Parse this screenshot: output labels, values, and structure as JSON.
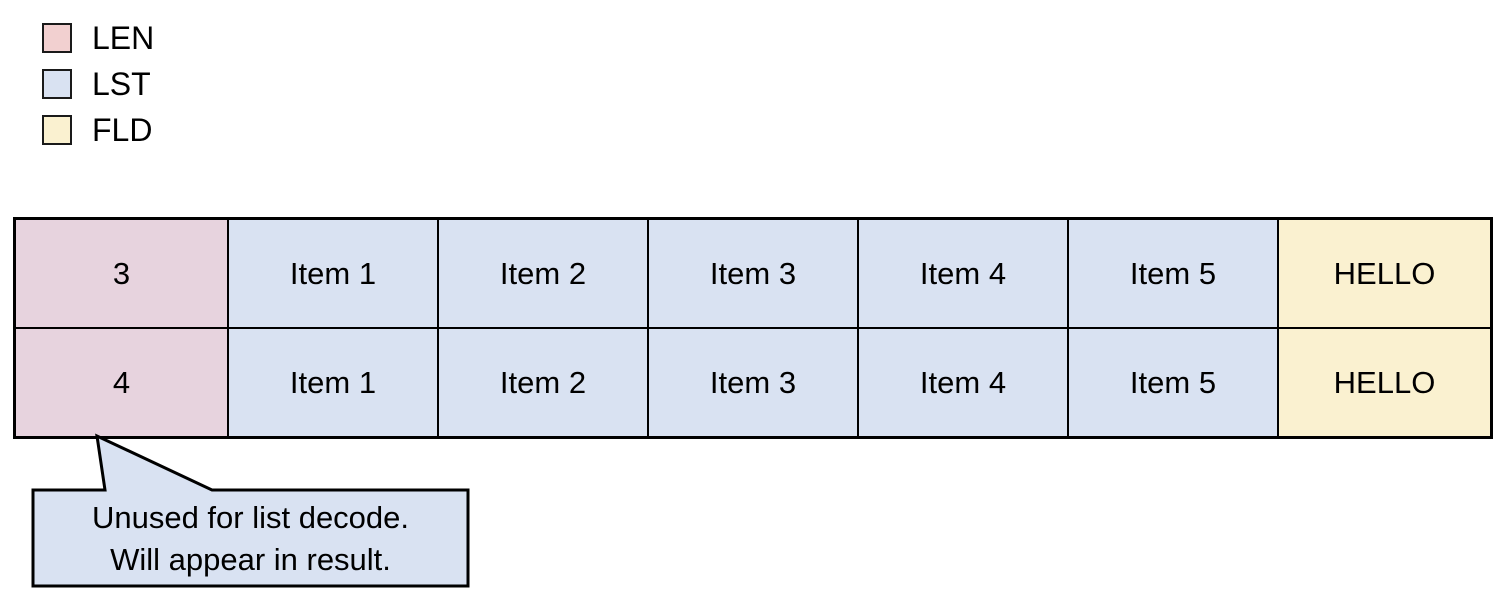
{
  "legend": {
    "items": [
      {
        "label": "LEN",
        "color": "#f2d0d0"
      },
      {
        "label": "LST",
        "color": "#d9e2f2"
      },
      {
        "label": "FLD",
        "color": "#faf1d0"
      }
    ]
  },
  "table": {
    "rows": [
      {
        "len": "3",
        "items": [
          "Item 1",
          "Item 2",
          "Item 3",
          "Item 4",
          "Item 5"
        ],
        "field": "HELLO"
      },
      {
        "len": "4",
        "items": [
          "Item 1",
          "Item 2",
          "Item 3",
          "Item 4",
          "Item 5"
        ],
        "field": "HELLO"
      }
    ]
  },
  "callout": {
    "line1": "Unused for list decode.",
    "line2": "Will appear in result."
  },
  "colors": {
    "len_cell": "#e7d3de",
    "lst_cell": "#d9e2f2",
    "fld_cell": "#faf1d0",
    "callout_bg": "#d9e2f2",
    "border": "#000000"
  }
}
